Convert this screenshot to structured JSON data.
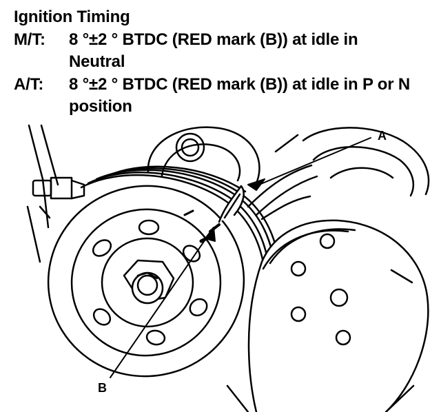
{
  "heading": "Ignition Timing",
  "specs": [
    {
      "trans": "M/T:",
      "lines": [
        "8 °±2 ° BTDC (RED mark (B)) at idle in",
        "Neutral"
      ]
    },
    {
      "trans": "A/T:",
      "lines": [
        "8 °±2 ° BTDC (RED mark (B)) at idle in P or N",
        "position"
      ]
    }
  ],
  "callouts": {
    "a": "A",
    "b": "B"
  }
}
